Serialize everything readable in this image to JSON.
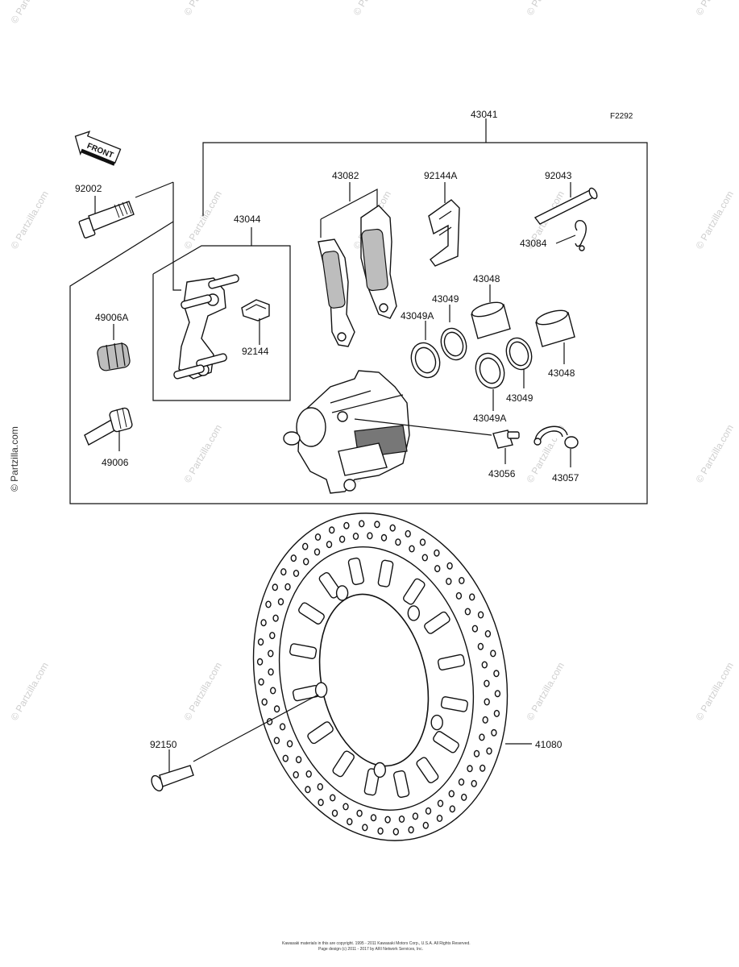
{
  "figure_code": "F2292",
  "front_label": "FRONT",
  "watermark_text": "© Partzilla.com",
  "copyright_line1": "Kawasaki materials in this are copyright. 1995 - 2011 Kawasaki Motors Corp., U.S.A. All Rights Reserved.",
  "copyright_line2": "Page design (c) 2011 - 2017 by ARI Network Services, Inc.",
  "parts": {
    "p43041": "43041",
    "p43082": "43082",
    "p92144A": "92144A",
    "p92043": "92043",
    "p43084": "43084",
    "p92002": "92002",
    "p43044": "43044",
    "p92144": "92144",
    "p43048a": "43048",
    "p43049a": "43049",
    "p43049Aa": "43049A",
    "p43048b": "43048",
    "p43049b": "43049",
    "p43049Ab": "43049A",
    "p49006A": "49006A",
    "p49006": "49006",
    "p43056": "43056",
    "p43057": "43057",
    "p92150": "92150",
    "p41080": "41080"
  },
  "colors": {
    "line": "#111111",
    "watermark": "#cfcfcf",
    "background": "#ffffff"
  }
}
